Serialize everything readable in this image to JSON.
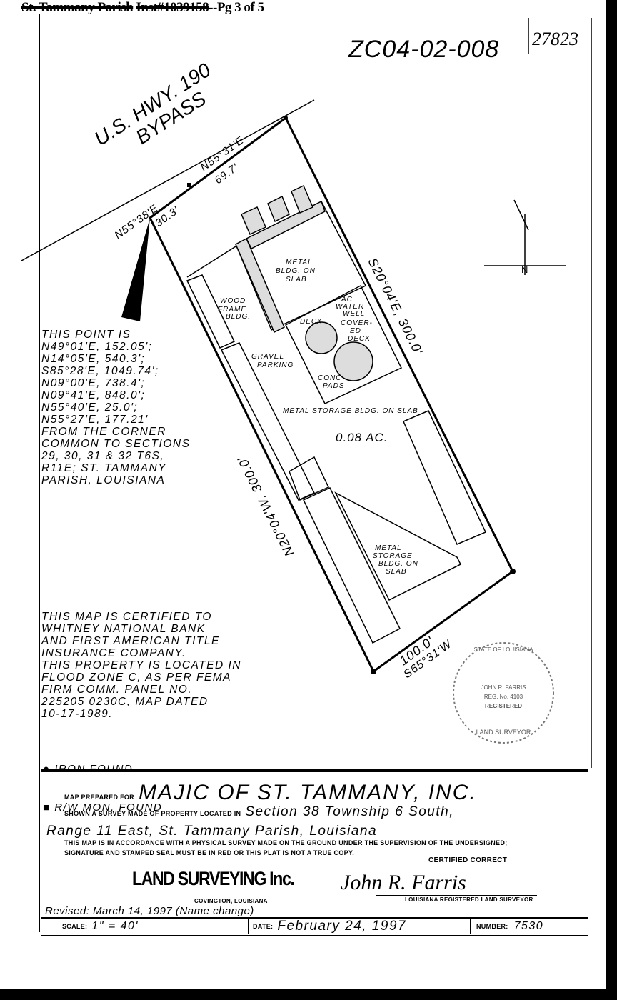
{
  "header": {
    "parish": "St. Tammany Parish",
    "instr": "Inst#1039158",
    "page": "Pg 3 of 5"
  },
  "annotations": {
    "zoning_no": "ZC04-02-008",
    "page_no": "27823"
  },
  "plat": {
    "highway": [
      "U.S. HWY. 190",
      "BYPASS"
    ],
    "bearing_north_1": "N55°38'E",
    "dist_north_1": "30.3'",
    "bearing_north_2": "N55°31'E",
    "dist_north_2": "69.7'",
    "east_side": "S20°04'E, 300.0'",
    "west_side": "N20°04'W, 300.0'",
    "south_side_dist": "100.0'",
    "south_side_bearing": "S65°31'W",
    "area": "0.08 AC.",
    "labels": {
      "metal_bldg": [
        "METAL",
        "BLDG. ON",
        "SLAB"
      ],
      "wood_frame": [
        "WOOD",
        "FRAME",
        "BLDG."
      ],
      "water_well": [
        "AC",
        "WATER",
        "WELL"
      ],
      "deck": "DECK",
      "covered_deck": [
        "COVER-",
        "ED",
        "DECK"
      ],
      "gravel": [
        "GRAVEL",
        "PARKING"
      ],
      "conc_pads": [
        "CONC",
        "PADS"
      ],
      "metal_storage_1": "METAL STORAGE BLDG. ON SLAB",
      "metal_storage_2": [
        "METAL",
        "STORAGE",
        "BLDG. ON",
        "SLAB"
      ]
    },
    "north_arrow_label": "N"
  },
  "description": "THIS POINT IS\nN49°01'E, 152.05';\nN14°05'E, 540.3';\nS85°28'E, 1049.74';\nN09°00'E, 738.4';\nN09°41'E, 848.0';\nN55°40'E, 25.0';\nN55°27'E, 177.21'\nFROM THE CORNER\nCOMMON TO SECTIONS\n29, 30, 31 & 32 T6S,\nR11E; ST. TAMMANY\nPARISH, LOUISIANA",
  "certification": "THIS MAP IS CERTIFIED TO\nWHITNEY NATIONAL BANK\nAND FIRST AMERICAN TITLE\nINSURANCE COMPANY.\nTHIS PROPERTY IS LOCATED IN\nFLOOD ZONE C, AS PER FEMA\nFIRM COMM. PANEL NO.\n225205 0230C, MAP DATED\n10-17-1989.",
  "legend": [
    {
      "symbol": "●",
      "label": "IRON FOUND."
    },
    {
      "symbol": "■",
      "label": "R/W MON. FOUND"
    }
  ],
  "seal": {
    "top": "STATE OF LOUISIANA",
    "name": "JOHN R. FARRIS",
    "reg": "REG. No. 4103",
    "mid": "REGISTERED",
    "bottom": "LAND SURVEYOR"
  },
  "title_block": {
    "prepared_for_label": "MAP PREPARED FOR",
    "prepared_for": "Majic of St. Tammany, Inc.",
    "located_label": "SHOWN A SURVEY MADE OF PROPERTY LOCATED IN",
    "location_1": "Section 38 Township 6 South,",
    "location_2": "Range 11 East, St. Tammany Parish, Louisiana",
    "statement_1": "THIS MAP IS IN ACCORDANCE WITH A PHYSICAL SURVEY MADE ON THE GROUND UNDER THE SUPERVISION OF THE UNDERSIGNED;",
    "statement_2": "SIGNATURE AND STAMPED SEAL MUST BE IN RED OR THIS PLAT IS NOT A TRUE COPY.",
    "certified": "CERTIFIED CORRECT",
    "company": "LAND SURVEYING Inc.",
    "city": "COVINGTON, LOUISIANA",
    "surveyor_label": "LOUISIANA REGISTERED LAND SURVEYOR",
    "signature": "John R. Farris",
    "revised": "Revised: March 14, 1997 (Name change)",
    "scale_label": "SCALE:",
    "scale": "1\" = 40'",
    "date_label": "DATE:",
    "date": "February 24, 1997",
    "number_label": "NUMBER:",
    "number": "7530"
  }
}
